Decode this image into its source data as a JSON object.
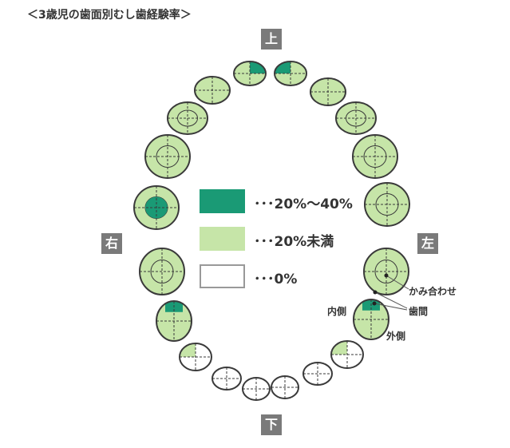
{
  "title": "＜3歳児の歯面別むし歯経験率＞",
  "directions": {
    "top": "上",
    "bottom": "下",
    "right": "右",
    "left": "左"
  },
  "legend": [
    {
      "label": "･･･20%〜40%",
      "color": "#1a9a75"
    },
    {
      "label": "･･･20%未満",
      "color": "#c6e5a8"
    },
    {
      "label": "･･･0%",
      "color": "#ffffff"
    }
  ],
  "annotations": {
    "occlusal": "かみ合わせ",
    "interproximal": "歯間",
    "lingual": "内側",
    "buccal": "外側"
  },
  "colors": {
    "dark": "#1a9a75",
    "light": "#c6e5a8",
    "none": "#ffffff",
    "outline": "#3a3a3a"
  },
  "teeth": [
    {
      "name": "upper-right-central-incisor",
      "level": "light",
      "dark_part": "top-right"
    },
    {
      "name": "upper-right-lateral-incisor",
      "level": "light"
    },
    {
      "name": "upper-right-canine",
      "level": "light"
    },
    {
      "name": "upper-right-first-molar",
      "level": "light"
    },
    {
      "name": "upper-right-second-molar",
      "level": "light",
      "dark_part": "center"
    },
    {
      "name": "upper-left-central-incisor",
      "level": "light",
      "dark_part": "top-left"
    },
    {
      "name": "upper-left-lateral-incisor",
      "level": "light"
    },
    {
      "name": "upper-left-canine",
      "level": "light"
    },
    {
      "name": "upper-left-first-molar",
      "level": "light"
    },
    {
      "name": "upper-left-second-molar",
      "level": "light"
    },
    {
      "name": "lower-right-second-molar",
      "level": "light"
    },
    {
      "name": "lower-right-first-molar",
      "level": "light",
      "dark_part": "top"
    },
    {
      "name": "lower-right-canine",
      "level": "partial"
    },
    {
      "name": "lower-right-lateral-incisor",
      "level": "none"
    },
    {
      "name": "lower-right-central-incisor",
      "level": "none"
    },
    {
      "name": "lower-left-second-molar",
      "level": "light"
    },
    {
      "name": "lower-left-first-molar",
      "level": "light",
      "dark_part": "top"
    },
    {
      "name": "lower-left-canine",
      "level": "partial"
    },
    {
      "name": "lower-left-lateral-incisor",
      "level": "none"
    },
    {
      "name": "lower-left-central-incisor",
      "level": "none"
    }
  ]
}
